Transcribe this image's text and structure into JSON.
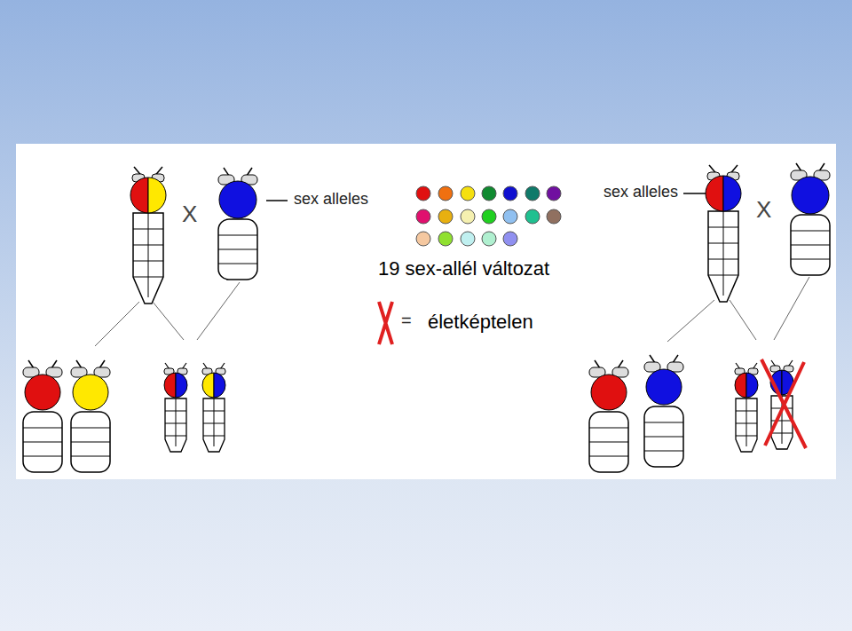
{
  "diagram": {
    "nodes": [
      {
        "text": [
          "19 sex-allél változat"
        ]
      },
      {
        "text": [
          "életképtelen"
        ]
      }
    ],
    "labels": [
      "sex alleles",
      "sex alleles",
      "="
    ]
  }
}
